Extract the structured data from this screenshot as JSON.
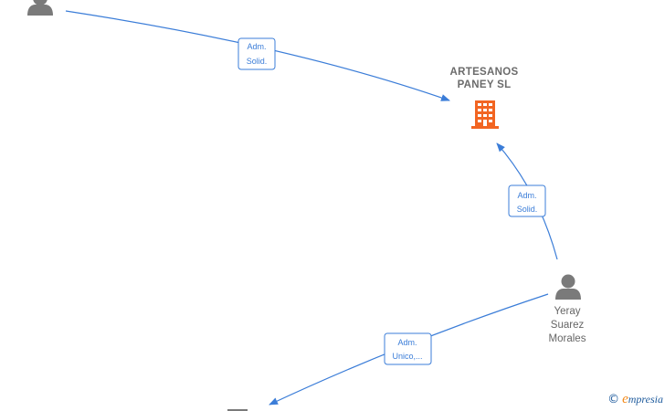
{
  "company": {
    "name_line1": "ARTESANOS",
    "name_line2": "PANEY  SL",
    "icon": "building-icon",
    "color": "#f26522"
  },
  "persons": {
    "top_left": {
      "name": "",
      "icon": "person-icon"
    },
    "main": {
      "name_line1": "Yeray",
      "name_line2": "Suarez",
      "name_line3": "Morales",
      "icon": "person-icon"
    },
    "bottom": {
      "name": "",
      "icon": "person-icon"
    }
  },
  "edges": {
    "top_left_to_company": {
      "label_line1": "Adm.",
      "label_line2": "Solid."
    },
    "main_to_company": {
      "label_line1": "Adm.",
      "label_line2": "Solid."
    },
    "main_to_bottom": {
      "label_line1": "Adm.",
      "label_line2": "Unico,..."
    }
  },
  "colors": {
    "edge": "#3b7dd8",
    "person": "#7a7a7a",
    "company": "#f26522"
  },
  "watermark": {
    "copyright_symbol": "©",
    "brand_first": "e",
    "brand_rest": "mpresia"
  }
}
